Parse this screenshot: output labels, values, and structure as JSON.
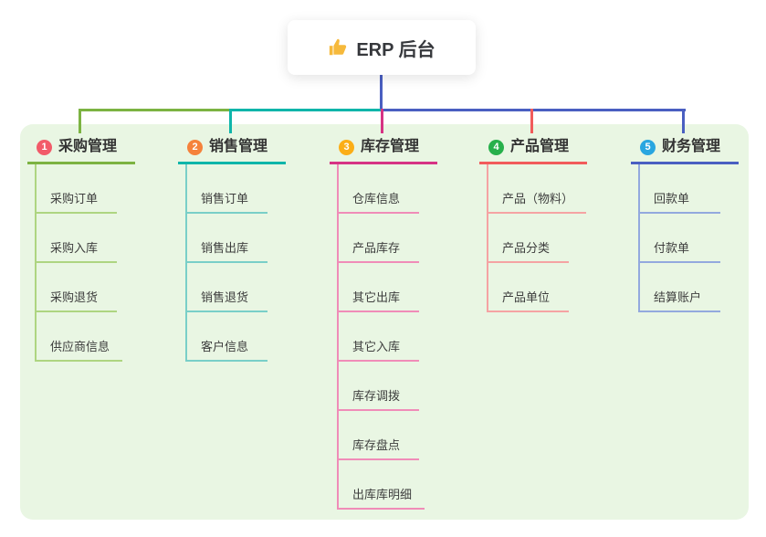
{
  "root": {
    "label": "ERP 后台",
    "icon": "thumbs-up",
    "icon_color": "#f6b93b"
  },
  "colors": {
    "panel_bg": "#e9f6e3",
    "trunk": "#4a5fc1"
  },
  "branches": [
    {
      "badge": "1",
      "title": "采购管理",
      "badge_color": "#f25b69",
      "line_color": "#7cb342",
      "child_line_color": "#aed581",
      "children": [
        "采购订单",
        "采购入库",
        "采购退货",
        "供应商信息"
      ]
    },
    {
      "badge": "2",
      "title": "销售管理",
      "badge_color": "#f5823c",
      "line_color": "#0fb5aa",
      "child_line_color": "#79cfc8",
      "children": [
        "销售订单",
        "销售出库",
        "销售退货",
        "客户信息"
      ]
    },
    {
      "badge": "3",
      "title": "库存管理",
      "badge_color": "#fbae17",
      "line_color": "#d63384",
      "child_line_color": "#f08cb8",
      "children": [
        "仓库信息",
        "产品库存",
        "其它出库",
        "其它入库",
        "库存调拨",
        "库存盘点",
        "出库库明细"
      ]
    },
    {
      "badge": "4",
      "title": "产品管理",
      "badge_color": "#27b04b",
      "line_color": "#f15b5b",
      "child_line_color": "#f5a3a3",
      "children": [
        "产品（物料）",
        "产品分类",
        "产品单位"
      ]
    },
    {
      "badge": "5",
      "title": "财务管理",
      "badge_color": "#29a6e0",
      "line_color": "#4a5fc1",
      "child_line_color": "#93a9de",
      "children": [
        "回款单",
        "付款单",
        "结算账户"
      ]
    }
  ]
}
